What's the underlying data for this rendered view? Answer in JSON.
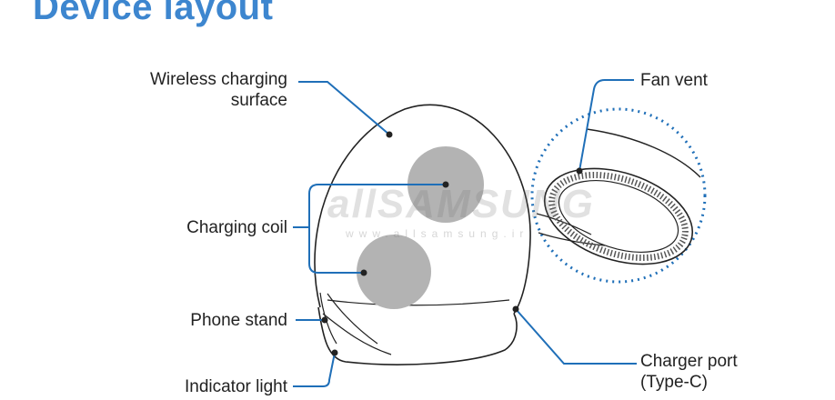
{
  "title": "Device layout",
  "labels": {
    "wireless_surface_line1": "Wireless charging",
    "wireless_surface_line2": "surface",
    "charging_coil": "Charging coil",
    "phone_stand": "Phone stand",
    "indicator_light": "Indicator light",
    "fan_vent": "Fan vent",
    "charger_port_line1": "Charger port",
    "charger_port_line2": "(Type-C)"
  },
  "watermark": {
    "main": "allSAMSUNG",
    "sub": "www.allsamsung.ir"
  },
  "colors": {
    "title": "#3d86cf",
    "callout": "#1f6fb8",
    "coil": "#b3b3b3",
    "outline": "#222222"
  }
}
